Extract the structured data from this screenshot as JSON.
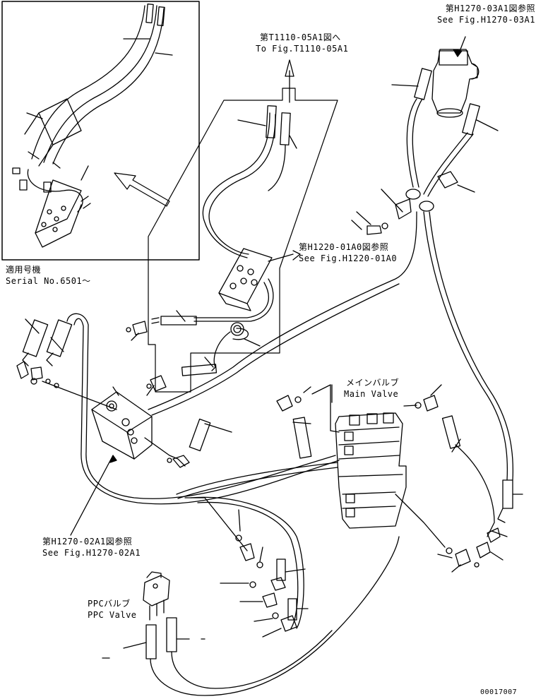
{
  "diagram": {
    "refs": {
      "h1270_03a1_jp": "第H1270-03A1図参照",
      "h1270_03a1_en": "See Fig.H1270-03A1",
      "t1110_05a1_jp": "第T1110-05A1図へ",
      "t1110_05a1_en": "To Fig.T1110-05A1",
      "h1220_01a0_jp": "第H1220-01A0図参照",
      "h1220_01a0_en": "See Fig.H1220-01A0",
      "h1270_02a1_jp": "第H1270-02A1図参照",
      "h1270_02a1_en": "See Fig.H1270-02A1"
    },
    "serial_jp": "適用号機",
    "serial_en": "Serial No.6501～",
    "main_valve_jp": "メインバルブ",
    "main_valve_en": "Main Valve",
    "ppc_valve_jp": "PPCバルブ",
    "ppc_valve_en": "PPC Valve",
    "drawing_no": "00017007"
  }
}
